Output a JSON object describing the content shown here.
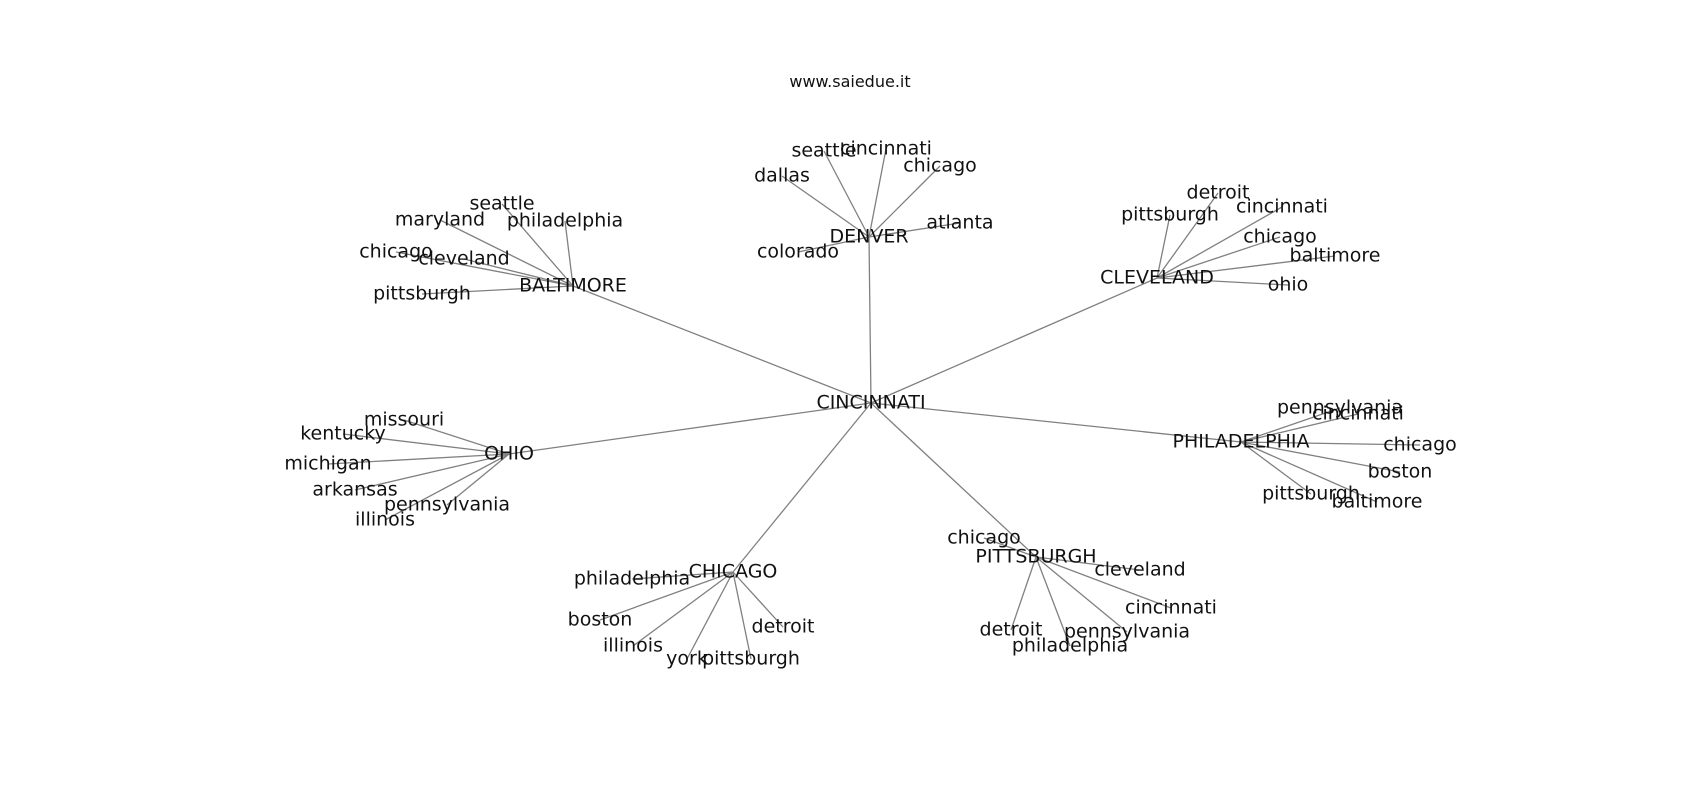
{
  "title": "www.saiedue.it",
  "center": "CINCINNATI",
  "hubs": [
    {
      "label": "DENVER",
      "leaves": [
        "seattle",
        "cincinnati",
        "chicago",
        "dallas",
        "atlanta",
        "colorado"
      ]
    },
    {
      "label": "BALTIMORE",
      "leaves": [
        "seattle",
        "maryland",
        "philadelphia",
        "chicago",
        "cleveland",
        "pittsburgh"
      ]
    },
    {
      "label": "CLEVELAND",
      "leaves": [
        "detroit",
        "pittsburgh",
        "cincinnati",
        "chicago",
        "baltimore",
        "ohio"
      ]
    },
    {
      "label": "OHIO",
      "leaves": [
        "missouri",
        "kentucky",
        "michigan",
        "arkansas",
        "pennsylvania",
        "illinois"
      ]
    },
    {
      "label": "PHILADELPHIA",
      "leaves": [
        "pennsylvania",
        "cincinnati",
        "chicago",
        "boston",
        "pittsburgh",
        "baltimore"
      ]
    },
    {
      "label": "CHICAGO",
      "leaves": [
        "philadelphia",
        "boston",
        "illinois",
        "york",
        "pittsburgh",
        "detroit"
      ]
    },
    {
      "label": "PITTSBURGH",
      "leaves": [
        "chicago",
        "cleveland",
        "cincinnati",
        "pennsylvania",
        "detroit",
        "philadelphia"
      ]
    }
  ]
}
